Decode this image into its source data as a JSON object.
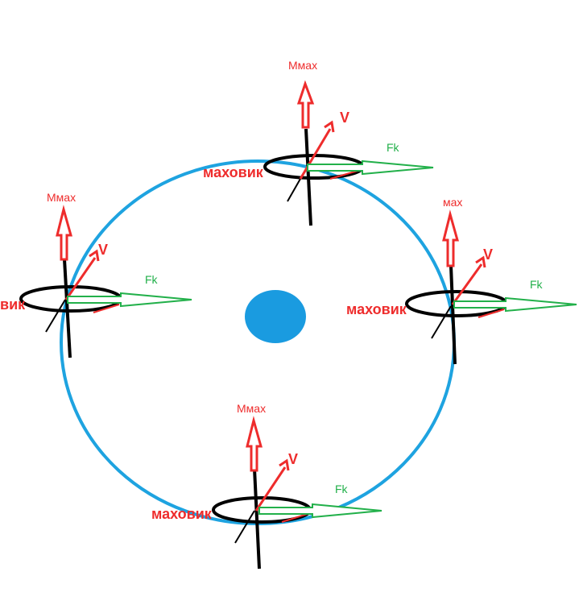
{
  "colors": {
    "orbit": "#1ea3e0",
    "center": "#1a9be0",
    "axis": "#000000",
    "moment_arrow": "#ee2c2c",
    "velocity_arrow": "#ee2c2c",
    "force_arrow": "#22b04a",
    "label_red": "#ee2c2c",
    "label_green": "#22b04a"
  },
  "flywheels": [
    {
      "id": "top",
      "moment_label": "Mмах",
      "velocity_label": "V",
      "force_label": "Fk",
      "name_label": "маховик"
    },
    {
      "id": "left",
      "moment_label": "Mмах",
      "velocity_label": "V",
      "force_label": "Fk",
      "name_label": "вик"
    },
    {
      "id": "right",
      "moment_label": "мах",
      "velocity_label": "V",
      "force_label": "Fk",
      "name_label": "маховик"
    },
    {
      "id": "bottom",
      "moment_label": "Mмах",
      "velocity_label": "V",
      "force_label": "Fk",
      "name_label": "маховик"
    }
  ]
}
